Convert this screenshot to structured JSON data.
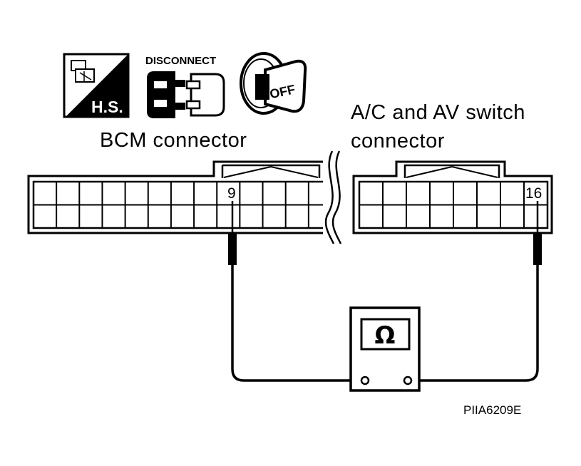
{
  "icons": {
    "hs_label": "H.S.",
    "disconnect_label": "DISCONNECT",
    "ignition_label": "OFF"
  },
  "connectors": {
    "left_title": "BCM connector",
    "right_title_line1": "A/C and AV switch",
    "right_title_line2": "connector",
    "left_pin": "9",
    "right_pin": "16"
  },
  "meter": {
    "symbol": "Ω"
  },
  "figure_code": "PIIA6209E",
  "colors": {
    "ink": "#000000",
    "paper": "#ffffff"
  }
}
